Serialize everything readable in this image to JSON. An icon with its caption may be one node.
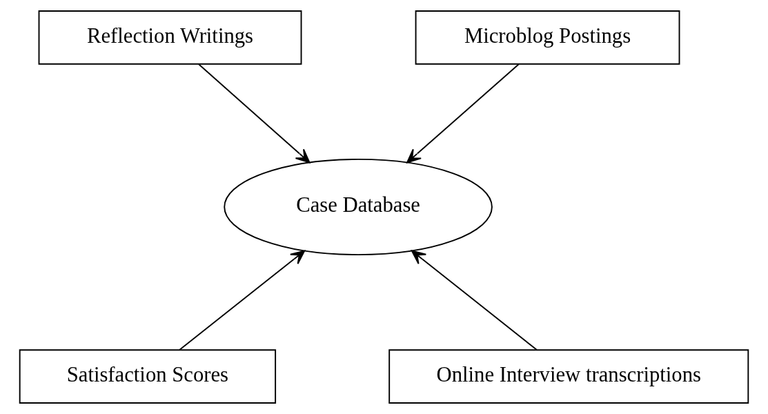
{
  "diagram": {
    "nodes": [
      {
        "text": [
          "Reflection Writings"
        ]
      },
      {
        "text": [
          "Microblog Postings"
        ]
      },
      {
        "text": [
          "Case Database"
        ]
      },
      {
        "text": [
          "Satisfaction Scores"
        ]
      },
      {
        "text": [
          "Online Interview transcriptions"
        ]
      }
    ],
    "edges": [
      {
        "from": 0,
        "to": 2,
        "arrow": "to"
      },
      {
        "from": 1,
        "to": 2,
        "arrow": "to"
      },
      {
        "from": 3,
        "to": 2,
        "arrow": "to"
      },
      {
        "from": 4,
        "to": 2,
        "arrow": "to"
      }
    ]
  }
}
